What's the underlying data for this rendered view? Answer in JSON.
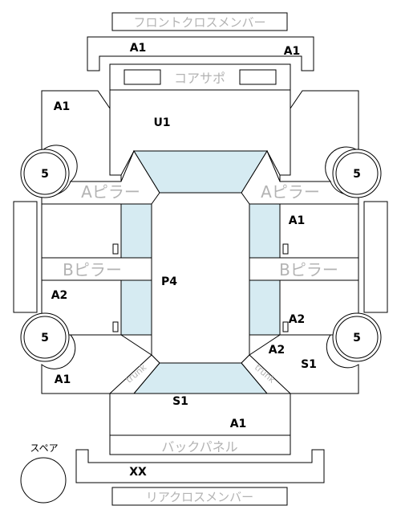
{
  "front_cross_member": "フロントクロスメンバー",
  "front_core_support": "コアサポ",
  "rear_cross_member": "リアクロスメンバー",
  "back_panel": "バックパネル",
  "a_pillar": "Aピラー",
  "b_pillar": "Bピラー",
  "spare_label": "スペア",
  "trunk_label": "trunk",
  "codes": {
    "front_member": "A1",
    "hood": "U1",
    "fender": "A1",
    "wheel": "5",
    "roof": "P4",
    "front_door": "A1",
    "rear_door": "A2",
    "quarter": "A2",
    "rear_quarter": "A1",
    "quarter_right": "S1",
    "trunk_lid": "S1",
    "rear_bumper_area": "A1",
    "rear_member": "XX"
  },
  "colors": {
    "glass": "#d6ebf2",
    "line": "#000000",
    "faint_text": "#b3b3b3"
  }
}
